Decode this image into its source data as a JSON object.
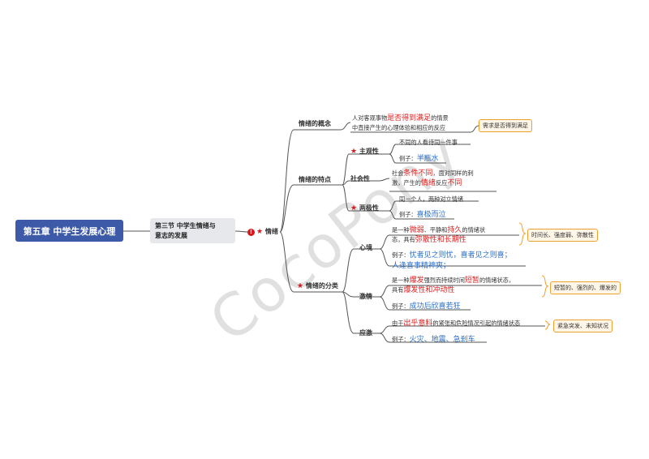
{
  "root": "第五章 中学生发展心理",
  "section": [
    "第三节 中学生情绪与",
    "意志的发展"
  ],
  "emotion": "情绪",
  "concept": {
    "label": "情绪的概念",
    "text1_a": "人对客观事物",
    "text1_b": "是否得到满足",
    "text1_c": "的情景",
    "text2": "中直接产生的心理体验和相应的反应",
    "note": "需求是否得到满足"
  },
  "features": {
    "label": "情绪的特点",
    "subjective": {
      "label": "主观性",
      "t1": "不同的人看待同一件事",
      "ex_prefix": "例子：",
      "ex": "半瓶水"
    },
    "social": {
      "label": "社会性",
      "t1_a": "社会",
      "t1_b": "条件不同",
      "t1_c": "，面对同样的刺",
      "t2_a": "激，产生的",
      "t2_b": "情绪",
      "t2_c": "反应",
      "t2_d": "不同"
    },
    "polarity": {
      "label": "两极性",
      "t1": "同一个人，两种对立情绪",
      "ex_prefix": "例子：",
      "ex": "喜极而泣"
    }
  },
  "classification": {
    "label": "情绪的分类",
    "mood": {
      "label": "心境",
      "t1_a": "是一种",
      "t1_b": "微弱",
      "t1_c": "、平静和",
      "t1_d": "持久",
      "t1_e": "的情绪状",
      "t2_a": "态，具有",
      "t2_b": "弥散性和长期性",
      "ex_prefix": "例子：",
      "ex1": "忧者见之则忧，喜者见之则喜；",
      "ex2": "人逢喜事精神爽；",
      "note": "时间长、强度弱、弥散性"
    },
    "passion": {
      "label": "激情",
      "t1_a": "是一种",
      "t1_b": "爆发",
      "t1_c": "强烈而持续时间",
      "t1_d": "短暂",
      "t1_e": "的情绪状态，",
      "t2_a": "具有",
      "t2_b": "爆发性和冲动性",
      "ex_prefix": "例子：",
      "ex": "成功后欣喜若狂",
      "note": "短暂的、强烈的、爆发的"
    },
    "stress": {
      "label": "应激",
      "t1_a": "由于",
      "t1_b": "出乎意料",
      "t1_c": "的紧张和危险情况引起的情绪状态",
      "ex_prefix": "例子：",
      "ex": "火灾、地震、急刹车",
      "note": "紧急突发、未知状况"
    }
  },
  "watermark": "CocoPony"
}
